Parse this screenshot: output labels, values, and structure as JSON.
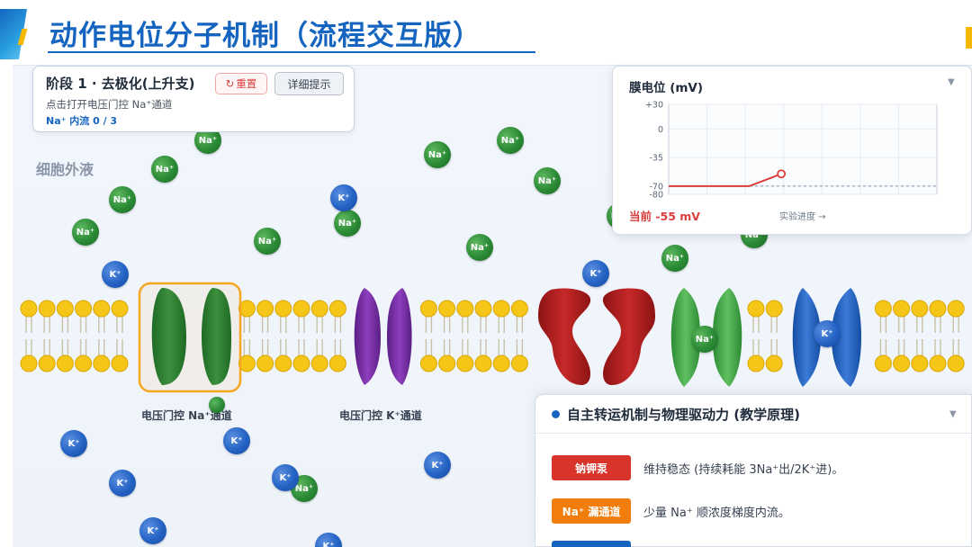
{
  "title": "动作电位分子机制（流程交互版）",
  "extracellular_label": "细胞外液",
  "stage_panel": {
    "title": "阶段 1 · 去极化(上升支)",
    "reset_icon": "↻",
    "reset_label": "重置",
    "detail_label": "详细提示",
    "hint": "点击打开电压门控 Na⁺通道",
    "progress": "Na⁺ 内流 0 / 3"
  },
  "potential_panel": {
    "title": "膜电位 (mV)",
    "collapse_icon": "▼",
    "y_ticks": [
      "+30",
      "0",
      "-35",
      "-70",
      "-80"
    ],
    "current_label": "当前 -55 mV",
    "progress_label": "实验进度 →",
    "chart_data": {
      "type": "line",
      "xlabel": "",
      "ylabel": "",
      "ylim": [
        -80,
        30
      ],
      "threshold": -70,
      "series": [
        {
          "values": [
            [
              0,
              -70
            ],
            [
              0.3,
              -70
            ],
            [
              0.42,
              -55
            ]
          ]
        }
      ]
    }
  },
  "channels": {
    "na_label": "电压门控 Na⁺通道",
    "k_label": "电压门控 K⁺通道"
  },
  "ions": {
    "na_text": "Na⁺",
    "k_text": "K⁺"
  },
  "teach_panel": {
    "title": "自主转运机制与物理驱动力 (教学原理)",
    "collapse_icon": "▼",
    "rows": [
      {
        "tag": "钠钾泵",
        "desc": "维持稳态 (持续耗能 3Na⁺出/2K⁺进)。",
        "color": "#d9342b"
      },
      {
        "tag": "Na⁺ 漏通道",
        "desc": "少量 Na⁺ 顺浓度梯度内流。",
        "color": "#f07d0c"
      },
      {
        "tag": "",
        "desc": "",
        "color": "#1565c0"
      }
    ]
  },
  "colors": {
    "brand": "#1565c0",
    "na_ion": "#2a8a35",
    "k_ion": "#2362c4",
    "na_channel": "#2f7d32",
    "k_channel": "#7b2fa8",
    "pump": "#b71c1c",
    "leak_channel": "#43a047",
    "k_leak_channel": "#1f5fbf",
    "lipid_head": "#f5c518",
    "highlight": "#f5a623"
  }
}
